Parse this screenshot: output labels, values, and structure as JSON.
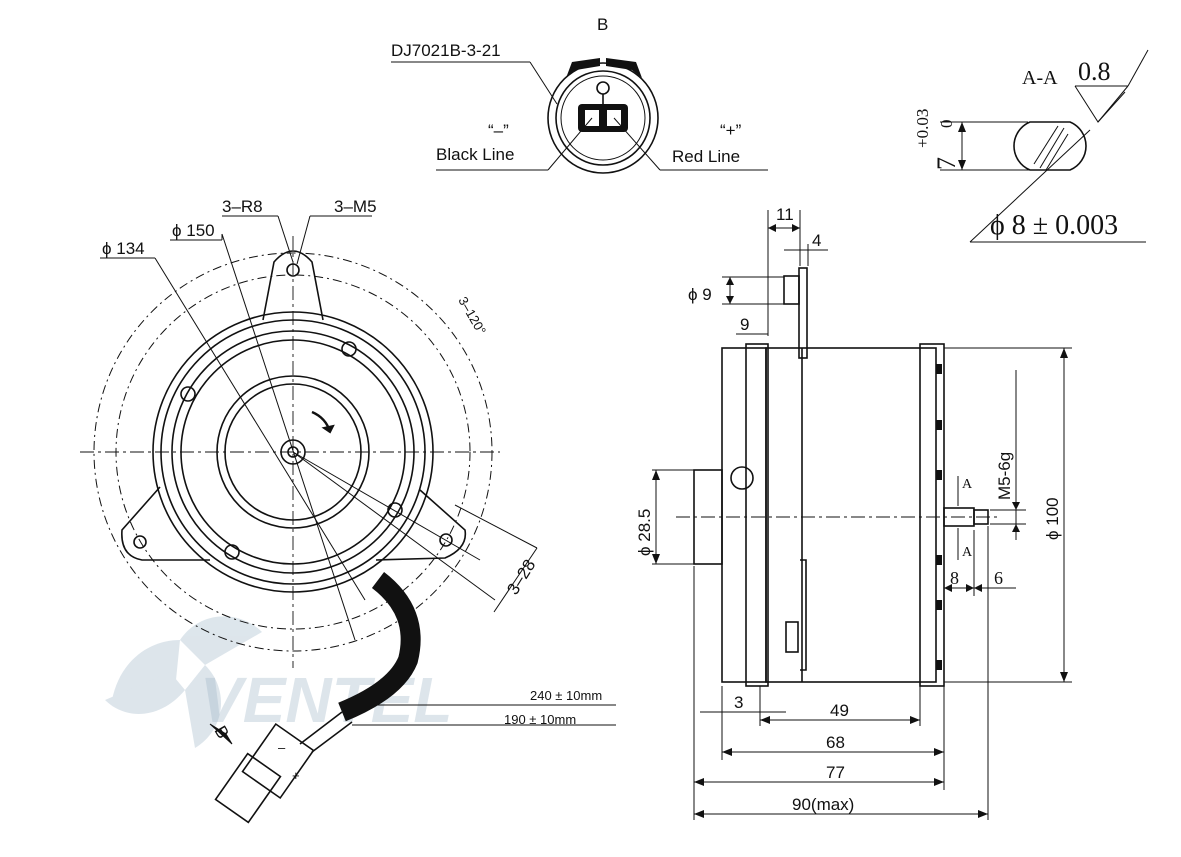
{
  "colors": {
    "line": "#111111",
    "watermark": "#9fb6c8",
    "background": "#ffffff"
  },
  "view_b": {
    "title": "B",
    "part_number": "DJ7021B-3-21",
    "minus_sign": "“–”",
    "minus_label": "Black Line",
    "plus_sign": "“+”",
    "plus_label": "Red Line"
  },
  "section_aa": {
    "label": "A-A",
    "flat_value": "0.8",
    "tol_upper": "+0.03",
    "tol_lower": "0",
    "flat_dim": "7",
    "shaft_dia": "ϕ 8 ± 0.003"
  },
  "front_view": {
    "r8": "3–R8",
    "m5": "3–M5",
    "d150": "ϕ 150",
    "d134": "ϕ 134",
    "angle": "3–120°",
    "r28": "3–28",
    "lead_240": "240 ± 10mm",
    "lead_190": "190 ± 10mm",
    "view_arrow": "B",
    "plug_minus": "–",
    "plug_plus": "+"
  },
  "side_view": {
    "d11": "11",
    "d4": "4",
    "d9dia": "ϕ 9",
    "d9": "9",
    "d285": "ϕ 28.5",
    "m56g": "M5-6g",
    "d100": "ϕ 100",
    "a_top": "A",
    "a_bottom": "A",
    "d8": "8",
    "d6": "6",
    "d3": "3",
    "d49": "49",
    "d68": "68",
    "d77": "77",
    "d90": "90(max)"
  },
  "watermark": {
    "text": "VENTEL"
  }
}
